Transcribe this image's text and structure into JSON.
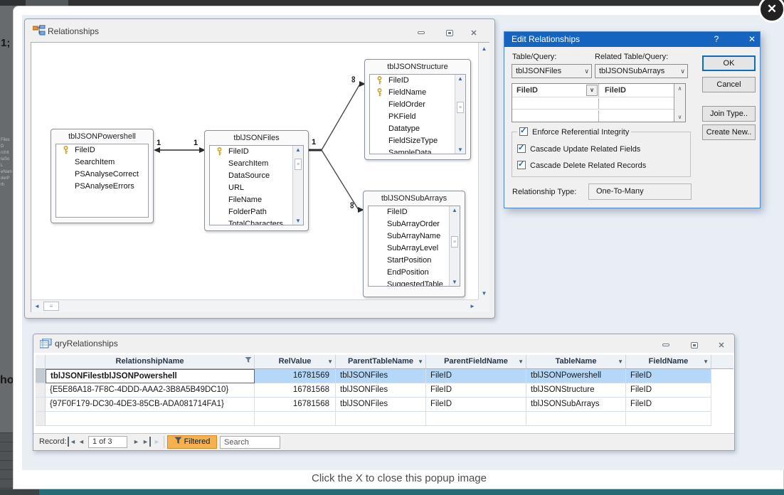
{
  "overlay": {
    "close_icon": "✕",
    "caption": "Click the X to close this popup image",
    "bg_fragments": {
      "top_left": "1;",
      "mid_left": "ho",
      "tiny": [
        "Files",
        "D",
        "rchIt",
        "taSo",
        "L",
        "eNam",
        "derP",
        "th"
      ]
    }
  },
  "icons": {
    "up": "▲",
    "down": "▼",
    "left": "◄",
    "right": "►",
    "grip": "≡",
    "chev_up": "∧",
    "chev_down": "∨",
    "minimize": "",
    "restore": "",
    "close": "✕"
  },
  "rel_window": {
    "title": "Relationships",
    "tables": [
      {
        "name": "tblJSONPowershell",
        "fields": [
          "FileID",
          "SearchItem",
          "PSAnalyseCorrect",
          "PSAnalyseErrors"
        ]
      },
      {
        "name": "tblJSONFiles",
        "fields": [
          "FileID",
          "SearchItem",
          "DataSource",
          "URL",
          "FileName",
          "FolderPath",
          "TotalCharacters"
        ]
      },
      {
        "name": "tblJSONStructure",
        "fields": [
          "FileID",
          "FieldName",
          "FieldOrder",
          "PKField",
          "Datatype",
          "FieldSizeType",
          "SampleData"
        ]
      },
      {
        "name": "tblJSONSubArrays",
        "fields": [
          "FileID",
          "SubArrayOrder",
          "SubArrayName",
          "SubArrayLevel",
          "StartPosition",
          "EndPosition",
          "SuggestedTable"
        ]
      }
    ],
    "labels": {
      "one_powershell": "1",
      "one_files_left": "1",
      "one_files_right": "1",
      "many_structure": "∞",
      "many_subarrays": "∞"
    }
  },
  "edit_dialog": {
    "title": "Edit Relationships",
    "help": "?",
    "close": "✕",
    "table_query_label": "Table/Query:",
    "related_table_label": "Related Table/Query:",
    "table_query_value": "tblJSONFiles",
    "related_table_value": "tblJSONSubArrays",
    "join_left": "FileID",
    "join_right": "FileID",
    "ok": "OK",
    "cancel": "Cancel",
    "join_type": "Join Type..",
    "create_new": "Create New..",
    "check_glyph": "✓",
    "checks": [
      "Enforce Referential Integrity",
      "Cascade Update Related Fields",
      "Cascade Delete Related Records"
    ],
    "rel_type_label": "Relationship Type:",
    "rel_type_value": "One-To-Many"
  },
  "query_window": {
    "title": "qryRelationships",
    "headers": [
      "RelationshipName",
      "RelValue",
      "ParentTableName",
      "ParentFieldName",
      "TableName",
      "FieldName"
    ],
    "rows": [
      [
        "tblJSONFilestblJSONPowershell",
        "16781569",
        "tblJSONFiles",
        "FileID",
        "tblJSONPowershell",
        "FileID"
      ],
      [
        "{E5E86A18-7F8C-4DDD-AAA2-3B8A5B49DC10}",
        "16781568",
        "tblJSONFiles",
        "FileID",
        "tblJSONStructure",
        "FileID"
      ],
      [
        "{97F0F179-DC30-4DE3-85CB-ADA081714FA1}",
        "16781568",
        "tblJSONFiles",
        "FileID",
        "tblJSONSubArrays",
        "FileID"
      ]
    ],
    "record_bar": {
      "label": "Record:",
      "position": "1 of 3",
      "filtered": "Filtered",
      "search": "Search"
    }
  },
  "colors": {
    "dialog_title_bg": "#1565c0",
    "selected_row": "#b6d8f8",
    "filtered_bg": "#f6b04e",
    "teal_bar": "#256d76",
    "key_gold": "#c9a227"
  }
}
